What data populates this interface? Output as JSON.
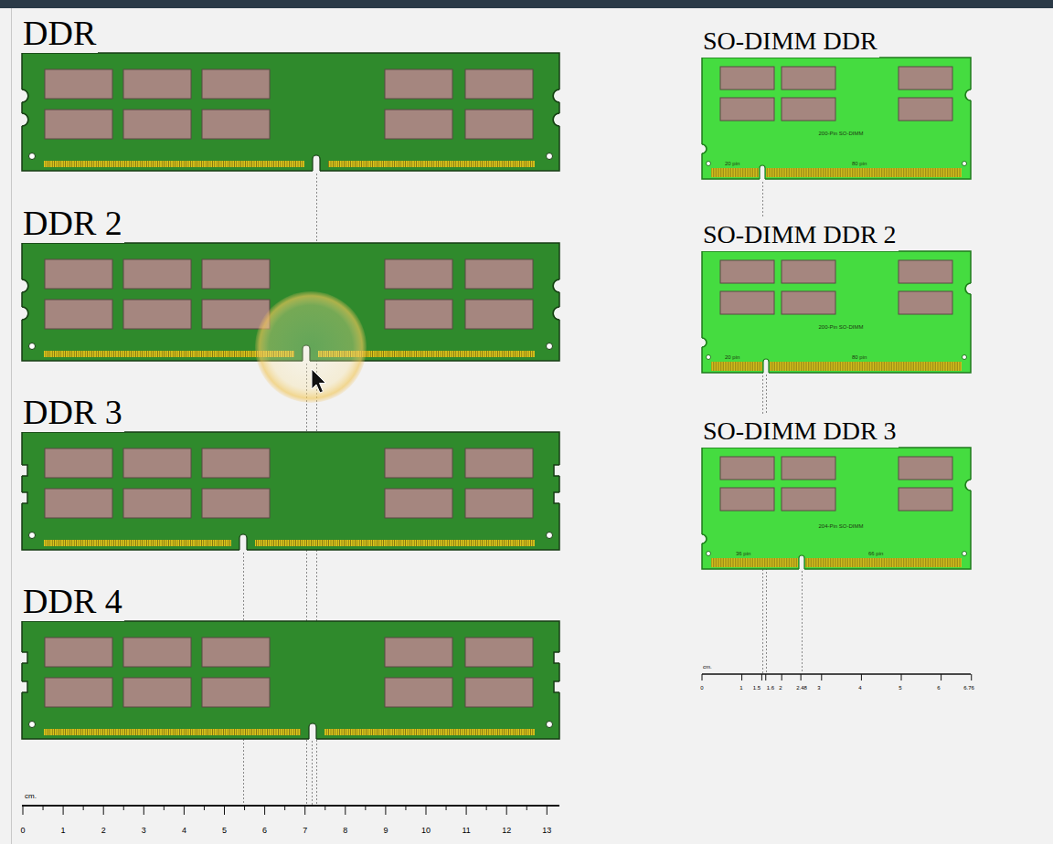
{
  "diagram": {
    "nodes": [
      {
        "text": [
          "DDR"
        ]
      },
      {
        "text": [
          "DDR 2"
        ]
      },
      {
        "text": [
          "DDR 3"
        ]
      },
      {
        "text": [
          "DDR 4"
        ]
      },
      {
        "text": [
          "SO-DIMM DDR",
          "200-Pin SO-DIMM",
          "20 pin",
          "80 pin"
        ]
      },
      {
        "text": [
          "SO-DIMM DDR 2",
          "200-Pin SO-DIMM",
          "20 pin",
          "80 pin"
        ]
      },
      {
        "text": [
          "SO-DIMM DDR 3",
          "204-Pin SO-DIMM",
          "36 pin",
          "66 pin"
        ]
      }
    ],
    "labels": [
      "cm.",
      "0",
      "1",
      "2",
      "3",
      "4",
      "5",
      "6",
      "7",
      "8",
      "9",
      "10",
      "11",
      "12",
      "13",
      "cm.",
      "0",
      "1",
      "1.5",
      "1.6",
      "2",
      "2.48",
      "3",
      "4",
      "5",
      "6",
      "6.76"
    ]
  }
}
